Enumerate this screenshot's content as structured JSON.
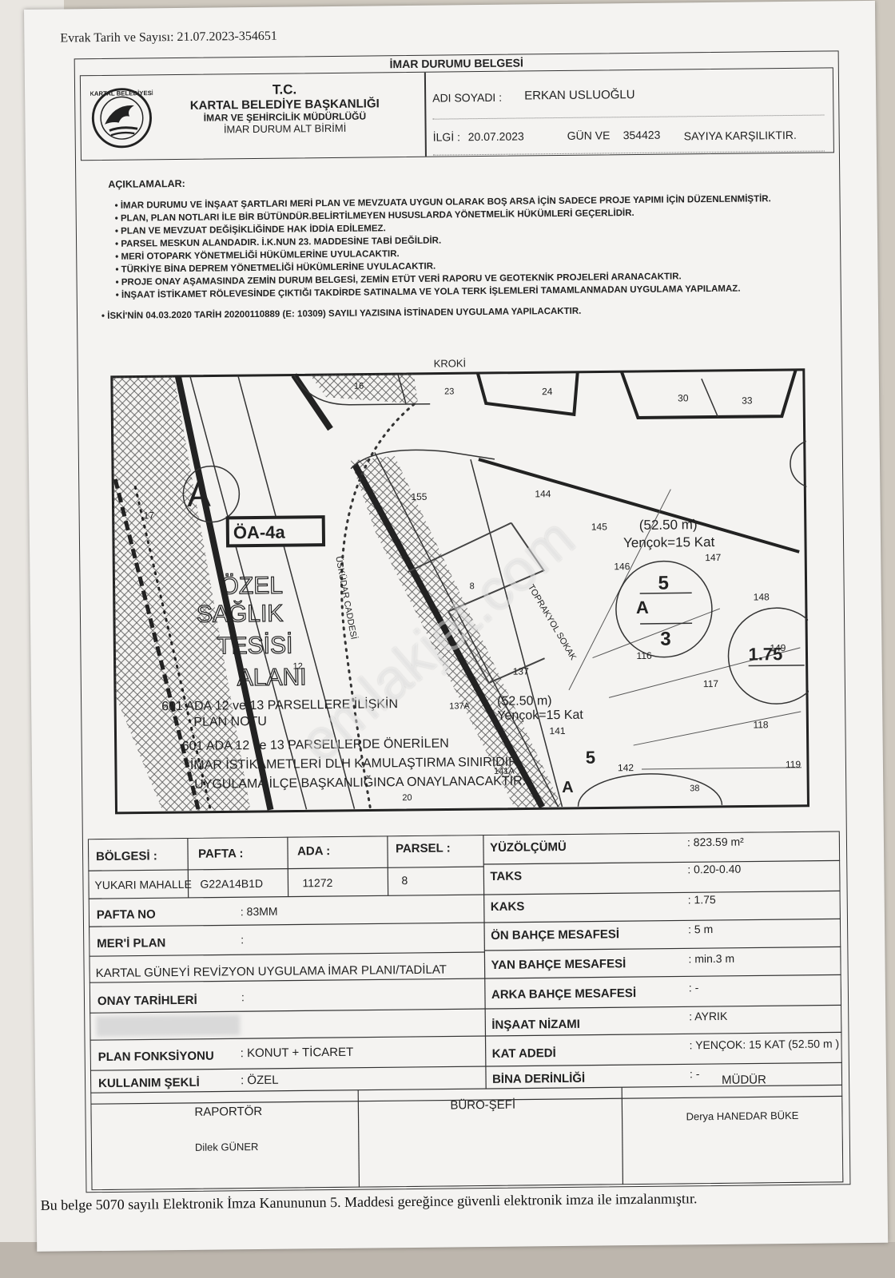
{
  "header": {
    "evrak": "Evrak Tarih ve Sayısı: 21.07.2023-354651",
    "doc_title": "İMAR DURUMU BELGESİ",
    "org_line1": "T.C.",
    "org_line2": "KARTAL BELEDİYE BAŞKANLIĞI",
    "org_line3": "İMAR VE ŞEHİRCİLİK MÜDÜRLÜĞÜ",
    "org_line4": "İMAR DURUM ALT BİRİMİ",
    "logo_text": "KARTAL BELEDİYESİ",
    "adi_soyadi_label": "ADI SOYADI :",
    "adi_soyadi_value": "ERKAN USLUOĞLU",
    "ilgi_label": "İLGİ :",
    "ilgi_date": "20.07.2023",
    "gun_ve": "GÜN VE",
    "sayi": "354423",
    "sayiya": "SAYIYA KARŞILIKTIR."
  },
  "notes": {
    "title": "AÇIKLAMALAR:",
    "items": [
      "İMAR DURUMU VE İNŞAAT ŞARTLARI MERİ PLAN VE MEVZUATA UYGUN OLARAK  BOŞ ARSA İÇİN SADECE PROJE YAPIMI İÇİN DÜZENLENMİŞTİR.",
      "PLAN, PLAN NOTLARI İLE BİR BÜTÜNDÜR.BELİRTİLMEYEN HUSUSLARDA YÖNETMELİK HÜKÜMLERİ GEÇERLİDİR.",
      "PLAN VE MEVZUAT DEĞİŞİKLİĞİNDE HAK İDDİA EDİLEMEZ.",
      "PARSEL MESKUN ALANDADIR. İ.K.NUN 23. MADDESİNE TABİ DEĞİLDİR.",
      "MERİ OTOPARK YÖNETMELİĞİ HÜKÜMLERİNE UYULACAKTIR.",
      "TÜRKİYE BİNA DEPREM YÖNETMELİĞİ  HÜKÜMLERİNE UYULACAKTIR.",
      "PROJE ONAY AŞAMASINDA ZEMİN DURUM BELGESİ, ZEMİN ETÜT VERİ RAPORU VE GEOTEKNİK PROJELERİ ARANACAKTIR.",
      "İNŞAAT İSTİKAMET RÖLEVESİNDE ÇIKTIĞI TAKDİRDE SATINALMA VE YOLA TERK İŞLEMLERİ TAMAMLANMADAN UYGULAMA YAPILAMAZ."
    ],
    "iski": "İSKİ'NİN 04.03.2020 TARİH 20200110889 (E: 10309) SAYILI YAZISINA İSTİNADEN UYGULAMA YAPILACAKTIR."
  },
  "kroki": {
    "title": "KROKİ",
    "parcels": [
      "16",
      "23",
      "24",
      "30",
      "33",
      "155",
      "144",
      "145",
      "146",
      "147",
      "148",
      "149",
      "8",
      "116",
      "117",
      "118",
      "119",
      "137",
      "137A",
      "141",
      "141A",
      "142",
      "38",
      "17",
      "12",
      "20"
    ],
    "zone_a": "A",
    "oa_label": "ÖA-4a",
    "health_area": [
      "ÖZEL",
      "SAĞLIK",
      "TESİSİ",
      "ALANI"
    ],
    "road1": "ÜSKÜDAR CADDESİ",
    "road2": "TOPRAKYOL SOKAK",
    "height_label": "(52.50 m)",
    "yencok": "Yençok=15 Kat",
    "circle_top": "5",
    "circle_mid": "A",
    "circle_bottom": "3",
    "kaks_circle": "1.75",
    "lower_5": "5",
    "lower_a": "A",
    "note_lines": [
      "601 ADA 12 ve 13 PARSELLERE İLİŞKİN",
      "PLAN NOTU",
      "601 ADA 12 ve 13 PARSELLERDE ÖNERİLEN",
      "İMAR İSTİKAMETLERİ DLH KAMULAŞTIRMA SINIRIDIR.",
      "UYGULAMA İLÇE BAŞKANLIĞINCA ONAYLANACAKTIR."
    ]
  },
  "info": {
    "bolgesi_label": "BÖLGESİ :",
    "pafta_label": "PAFTA :",
    "ada_label": "ADA :",
    "parsel_label": "PARSEL :",
    "bolgesi_value": "YUKARI MAHALLE",
    "pafta_value": "G22A14B1D",
    "ada_value": "11272",
    "parsel_value": "8",
    "pafta_no_label": "PAFTA NO",
    "pafta_no_value": ": 83MM",
    "meri_plan_label": "MER'İ PLAN",
    "meri_plan_colon": ":",
    "meri_plan_value": "KARTAL GÜNEYİ REVİZYON UYGULAMA İMAR PLANI/TADİLAT",
    "onay_label": "ONAY TARİHLERİ",
    "onay_colon": ":",
    "plan_fonk_label": "PLAN FONKSİYONU",
    "plan_fonk_value": ": KONUT + TİCARET",
    "kullanim_label": "KULLANIM ŞEKLİ",
    "kullanim_value": ": ÖZEL",
    "yuzolcumu_label": "YÜZÖLÇÜMÜ",
    "yuzolcumu_value": ": 823.59 m²",
    "taks_label": "TAKS",
    "taks_value": ": 0.20-0.40",
    "kaks_label": "KAKS",
    "kaks_value": ": 1.75",
    "on_bahce_label": "ÖN BAHÇE MESAFESİ",
    "on_bahce_value": ": 5 m",
    "yan_bahce_label": "YAN BAHÇE MESAFESİ",
    "yan_bahce_value": ": min.3 m",
    "arka_bahce_label": "ARKA BAHÇE MESAFESİ",
    "arka_bahce_value": ": -",
    "insaat_label": "İNŞAAT NİZAMI",
    "insaat_value": ": AYRIK",
    "kat_label": "KAT ADEDİ",
    "kat_value": ": YENÇOK: 15 KAT (52.50 m )",
    "bina_label": "BİNA DERİNLİĞİ",
    "bina_value": ": -"
  },
  "signatures": {
    "raportor_label": "RAPORTÖR",
    "raportor_name": "Dilek GÜNER",
    "buro_label": "BÜRO-ŞEFİ",
    "mudur_label": "MÜDÜR",
    "mudur_name": "Derya HANEDAR BÜKE"
  },
  "footer": "Bu belge 5070 sayılı Elektronik İmza Kanununun 5. Maddesi gereğince güvenli elektronik imza ile imzalanmıştır.",
  "watermark": "emlakjet.com"
}
